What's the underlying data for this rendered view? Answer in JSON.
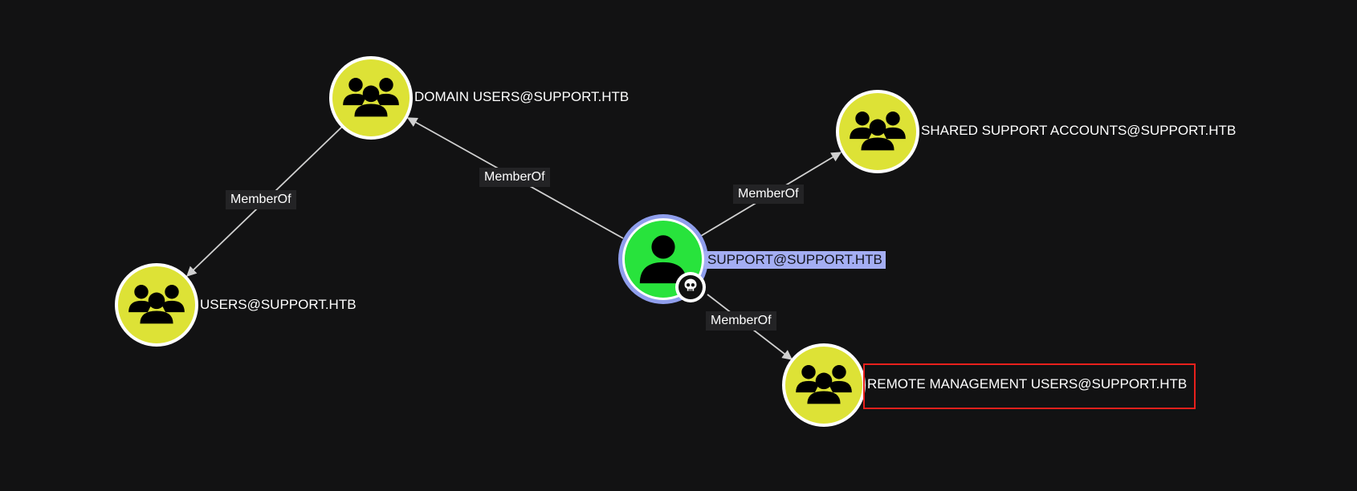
{
  "graph": {
    "nodes": [
      {
        "id": "domain_users",
        "label": "DOMAIN USERS@SUPPORT.HTB",
        "kind": "group",
        "icon": "group-icon"
      },
      {
        "id": "shared_support",
        "label": "SHARED SUPPORT ACCOUNTS@SUPPORT.HTB",
        "kind": "group",
        "icon": "group-icon"
      },
      {
        "id": "support_user",
        "label": "SUPPORT@SUPPORT.HTB",
        "kind": "user",
        "icon": "user-icon",
        "selected": true,
        "badge": "skull-icon"
      },
      {
        "id": "users",
        "label": "USERS@SUPPORT.HTB",
        "kind": "group",
        "icon": "group-icon"
      },
      {
        "id": "remote_mgmt",
        "label": "REMOTE MANAGEMENT USERS@SUPPORT.HTB",
        "kind": "group",
        "icon": "group-icon",
        "highlighted": true
      }
    ],
    "edges": [
      {
        "from": "support_user",
        "to": "domain_users",
        "label": "MemberOf"
      },
      {
        "from": "domain_users",
        "to": "users",
        "label": "MemberOf"
      },
      {
        "from": "support_user",
        "to": "shared_support",
        "label": "MemberOf"
      },
      {
        "from": "support_user",
        "to": "remote_mgmt",
        "label": "MemberOf"
      }
    ]
  },
  "colors": {
    "background": "#121213",
    "group_node": "#dde236",
    "user_node": "#28e33c",
    "selection": "#8f9eec",
    "edge": "#d0d0d0",
    "highlight": "#e8201c"
  }
}
